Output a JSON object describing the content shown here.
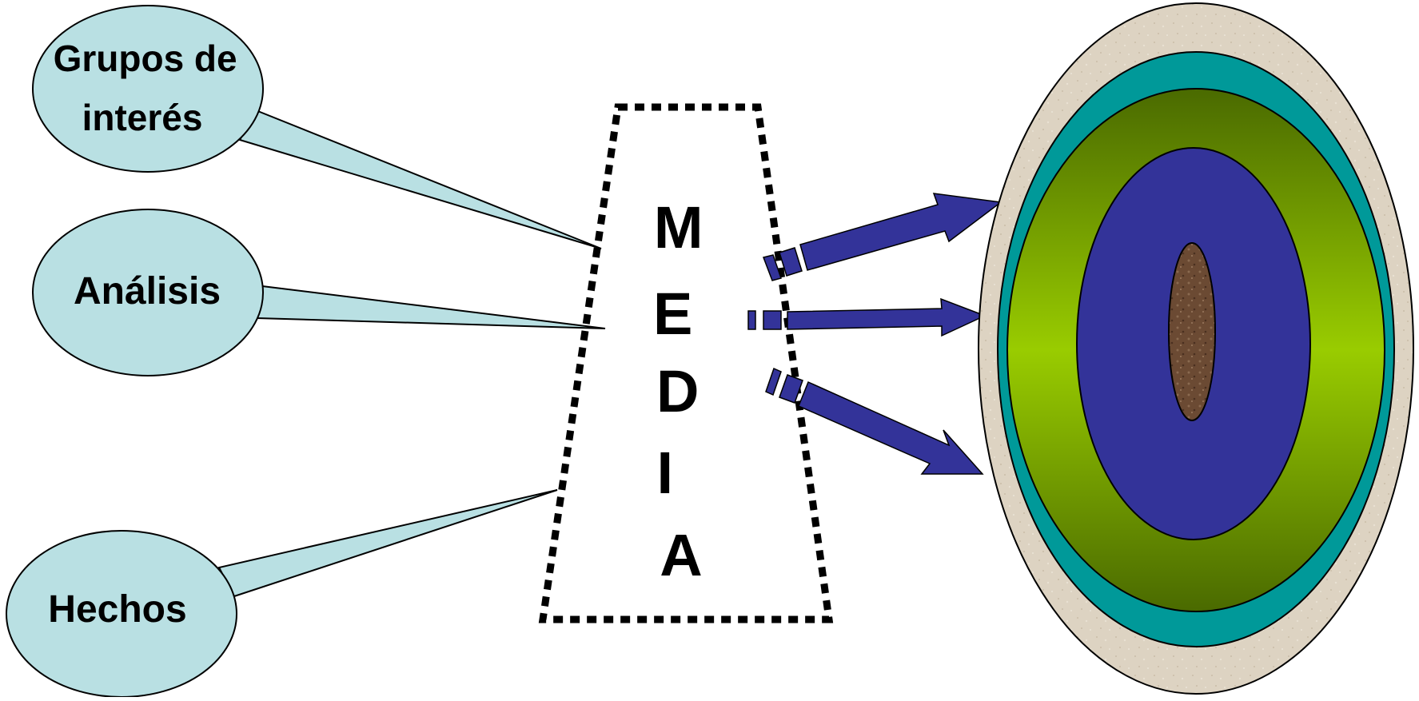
{
  "bubbles": [
    {
      "id": "grupos",
      "lines": [
        "Grupos de",
        "interés"
      ]
    },
    {
      "id": "analisis",
      "lines": [
        "Análisis"
      ]
    },
    {
      "id": "hechos",
      "lines": [
        "Hechos"
      ]
    }
  ],
  "media": {
    "letters": [
      "M",
      "E",
      "D",
      "I",
      "A"
    ]
  },
  "colors": {
    "bubble_fill": "#b9e0e3",
    "arrow_fill": "#333399",
    "outer_ring": "#ddd3c2",
    "teal_ring": "#009999",
    "green_dark": "#4a6a00",
    "green_light": "#99cc00",
    "blue_core": "#333399",
    "brown_center": "#6a4a33"
  }
}
